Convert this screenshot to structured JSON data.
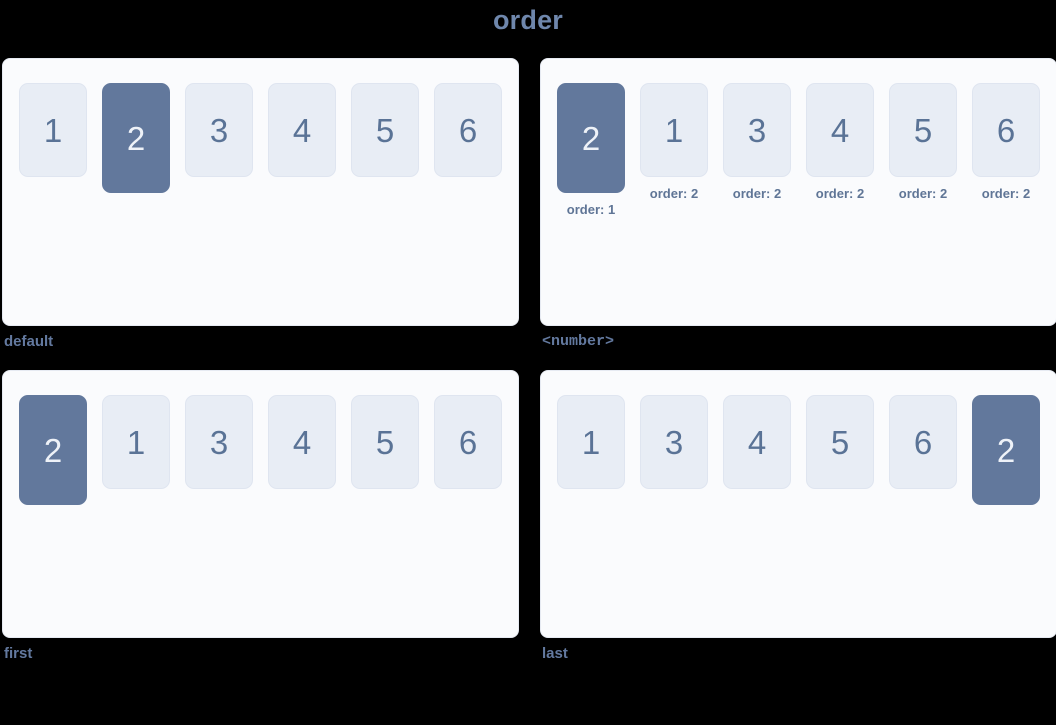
{
  "page": {
    "title": "order",
    "accent_color": "#62789c",
    "tile_bg_color": "#e8edf5",
    "text_color": "#5a7396",
    "panel_bg_color": "#fafbfd",
    "background_color": "#000000"
  },
  "panels": [
    {
      "id": "default",
      "label": "default",
      "label_style": "text",
      "has_captions": false,
      "items": [
        {
          "value": "1",
          "highlight": false,
          "caption": null
        },
        {
          "value": "2",
          "highlight": true,
          "caption": null
        },
        {
          "value": "3",
          "highlight": false,
          "caption": null
        },
        {
          "value": "4",
          "highlight": false,
          "caption": null
        },
        {
          "value": "5",
          "highlight": false,
          "caption": null
        },
        {
          "value": "6",
          "highlight": false,
          "caption": null
        }
      ]
    },
    {
      "id": "number",
      "label": "<number>",
      "label_style": "mono",
      "has_captions": true,
      "items": [
        {
          "value": "2",
          "highlight": true,
          "caption": "order: 1"
        },
        {
          "value": "1",
          "highlight": false,
          "caption": "order: 2"
        },
        {
          "value": "3",
          "highlight": false,
          "caption": "order: 2"
        },
        {
          "value": "4",
          "highlight": false,
          "caption": "order: 2"
        },
        {
          "value": "5",
          "highlight": false,
          "caption": "order: 2"
        },
        {
          "value": "6",
          "highlight": false,
          "caption": "order: 2"
        }
      ]
    },
    {
      "id": "first",
      "label": "first",
      "label_style": "text",
      "has_captions": false,
      "items": [
        {
          "value": "2",
          "highlight": true,
          "caption": null
        },
        {
          "value": "1",
          "highlight": false,
          "caption": null
        },
        {
          "value": "3",
          "highlight": false,
          "caption": null
        },
        {
          "value": "4",
          "highlight": false,
          "caption": null
        },
        {
          "value": "5",
          "highlight": false,
          "caption": null
        },
        {
          "value": "6",
          "highlight": false,
          "caption": null
        }
      ]
    },
    {
      "id": "last",
      "label": "last",
      "label_style": "text",
      "has_captions": false,
      "items": [
        {
          "value": "1",
          "highlight": false,
          "caption": null
        },
        {
          "value": "3",
          "highlight": false,
          "caption": null
        },
        {
          "value": "4",
          "highlight": false,
          "caption": null
        },
        {
          "value": "5",
          "highlight": false,
          "caption": null
        },
        {
          "value": "6",
          "highlight": false,
          "caption": null
        },
        {
          "value": "2",
          "highlight": true,
          "caption": null
        }
      ]
    }
  ]
}
